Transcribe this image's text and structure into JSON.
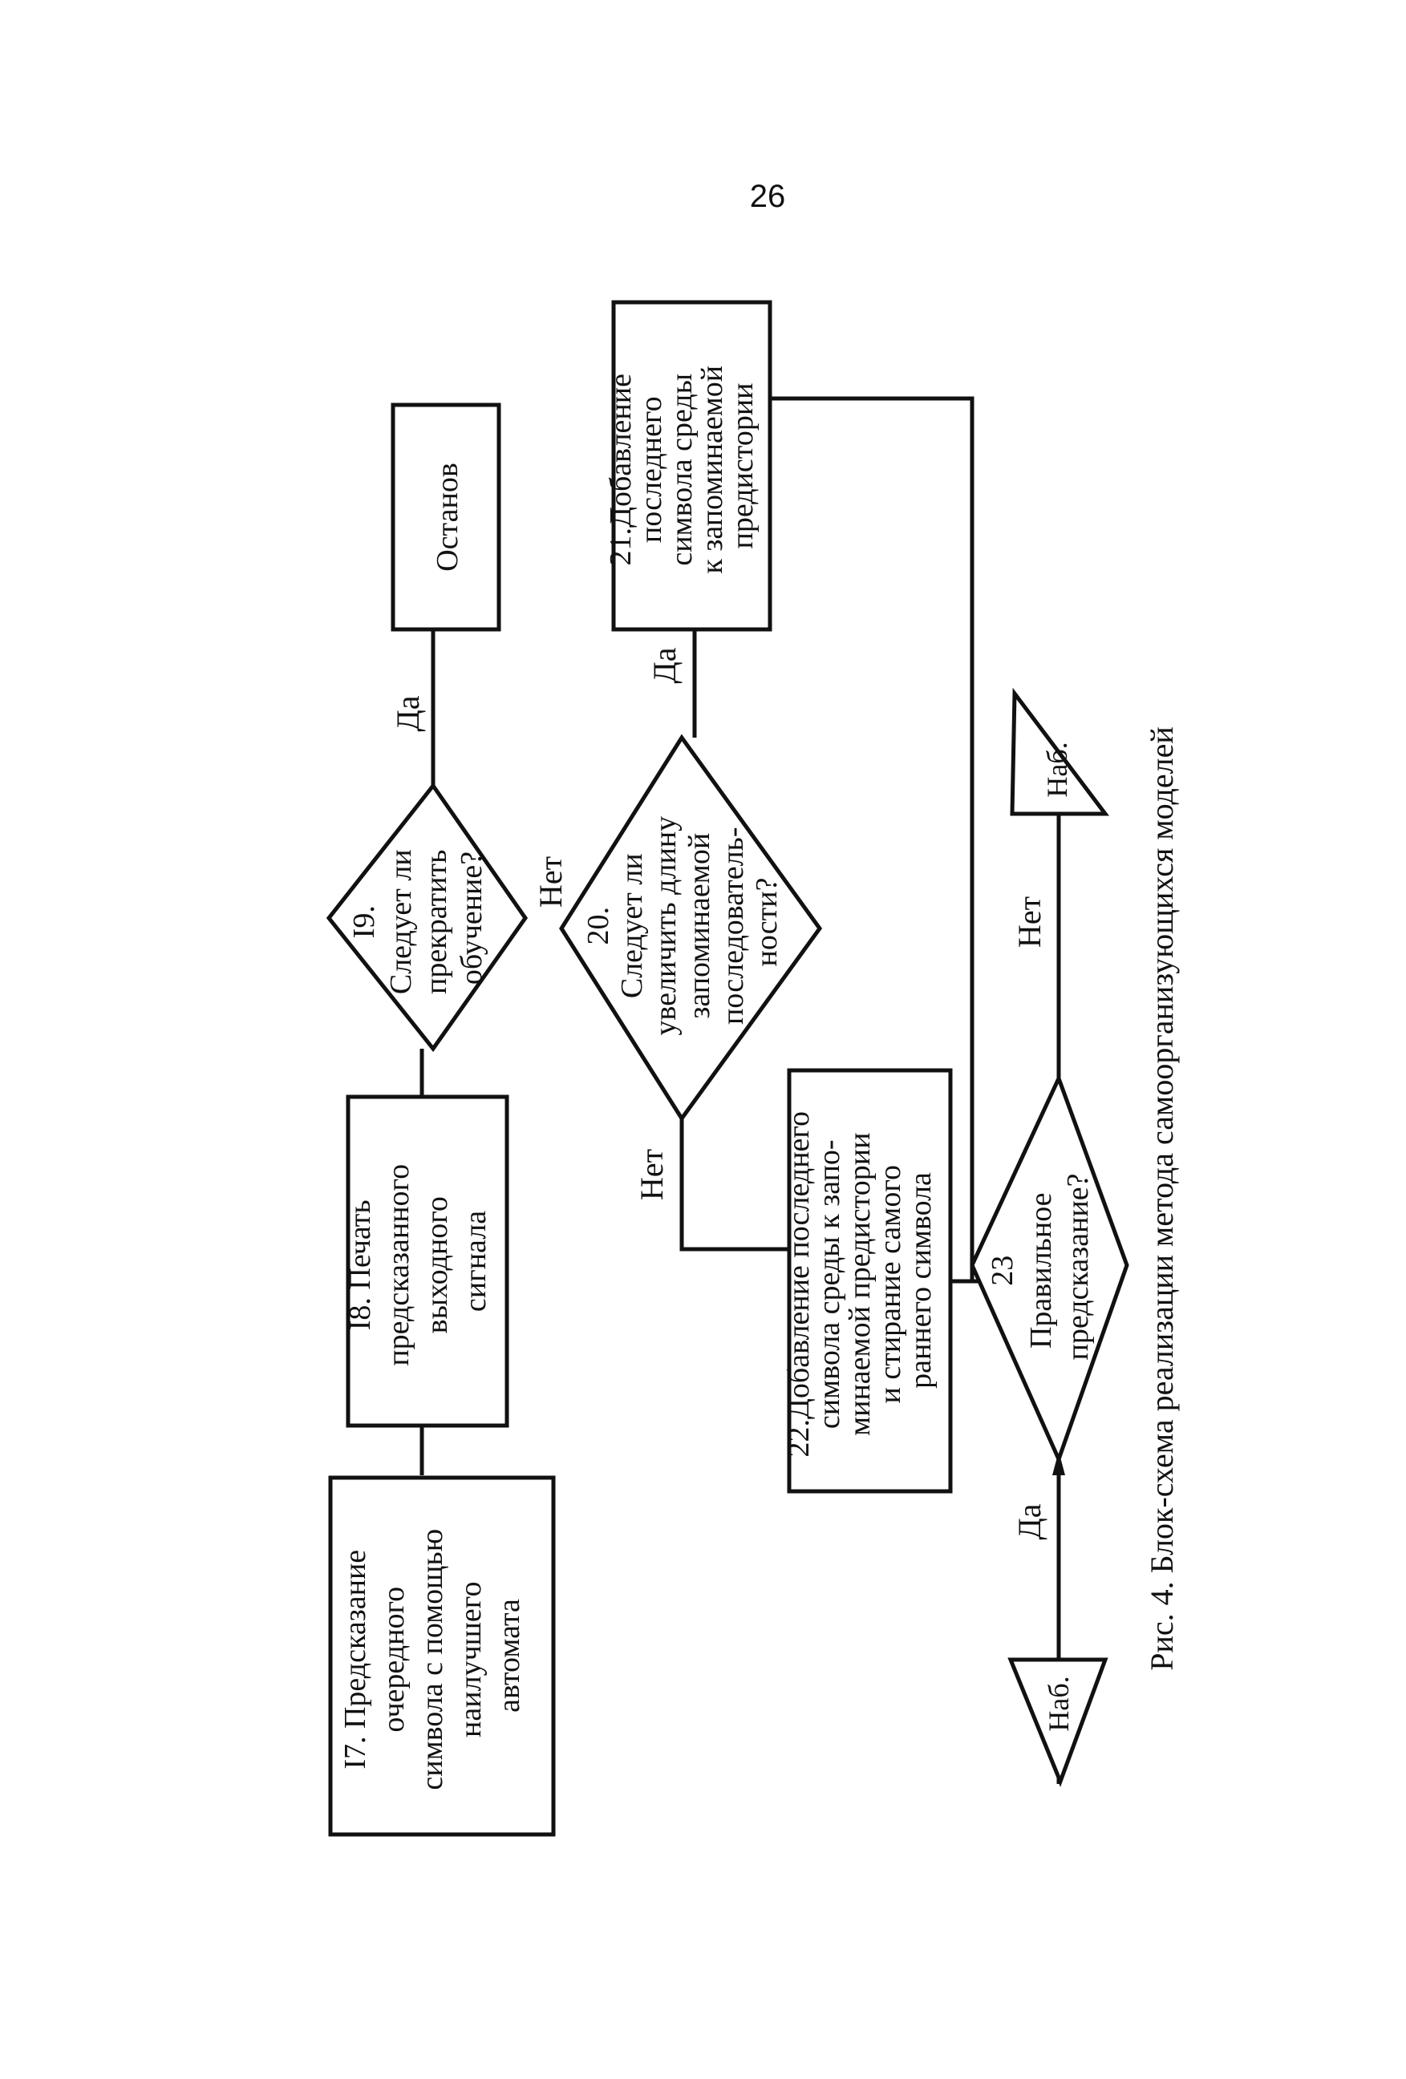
{
  "page_number": "26",
  "caption": "Рис. 4. Блок-схема реализации метода самоорганизующихся моделей",
  "blocks": {
    "b17": [
      "I7.  Предсказание",
      "очередного",
      "символа с помощью",
      "наилучшего",
      "автомата"
    ],
    "b18": [
      "I8.       Печать",
      "предсказанного",
      "выходного",
      "сигнала"
    ],
    "b19": [
      "I9.",
      "Следует ли",
      "прекратить",
      "обучение?"
    ],
    "stop": "Останов",
    "b20": [
      "20.",
      "Следует ли",
      "увеличить длину",
      "запоминаемой",
      "последователь-",
      "ности?"
    ],
    "b21": [
      "21.Добавление",
      "последнего",
      "символа среды",
      "к запоминаемой",
      "предистории"
    ],
    "b22": [
      "22.Добавление последнего",
      "символа среды к запо-",
      "минаемой предистории",
      "и стирание самого",
      "раннего символа"
    ],
    "b23": [
      "23",
      "Правильное",
      "предсказание?"
    ]
  },
  "labels": {
    "yes19": "Да",
    "no19": "Нет",
    "yes20": "Да",
    "no20": "Нет",
    "no23": "Нет",
    "yes23": "Да"
  },
  "connectors": {
    "left": "Наб.",
    "right": "Наб."
  }
}
